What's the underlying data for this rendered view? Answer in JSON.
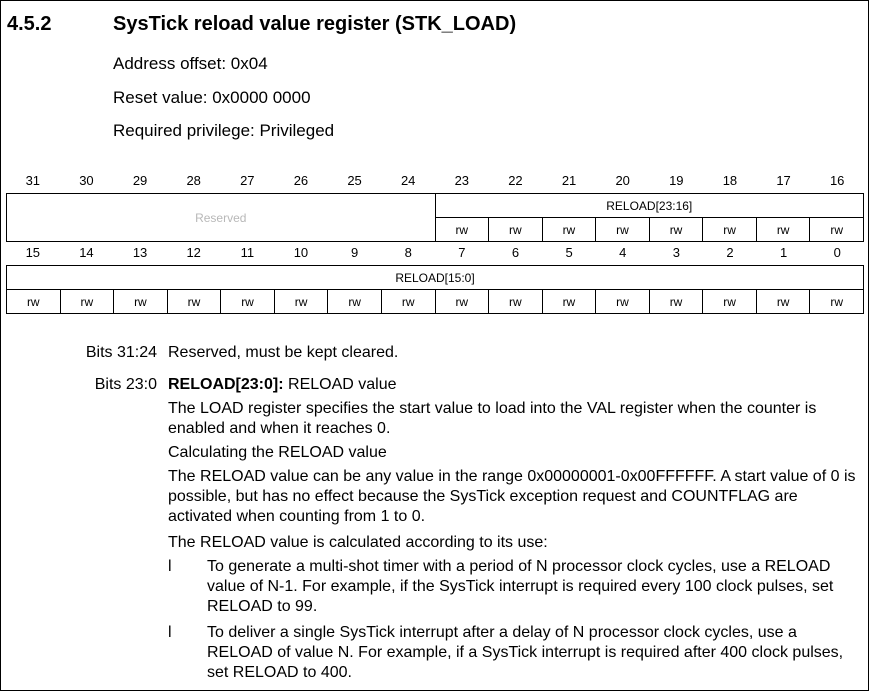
{
  "section": {
    "number": "4.5.2",
    "title": "SysTick reload value register (STK_LOAD)"
  },
  "meta": {
    "address_offset": "Address offset: 0x04",
    "reset_value": "Reset value: 0x0000 0000",
    "privilege": "Required privilege: Privileged"
  },
  "register": {
    "upper_bits": [
      "31",
      "30",
      "29",
      "28",
      "27",
      "26",
      "25",
      "24",
      "23",
      "22",
      "21",
      "20",
      "19",
      "18",
      "17",
      "16"
    ],
    "lower_bits": [
      "15",
      "14",
      "13",
      "12",
      "11",
      "10",
      "9",
      "8",
      "7",
      "6",
      "5",
      "4",
      "3",
      "2",
      "1",
      "0"
    ],
    "reserved_label": "Reserved",
    "reload_high_label": "RELOAD[23:16]",
    "reload_low_label": "RELOAD[15:0]",
    "access": "rw"
  },
  "fields": {
    "reserved_bits": "Bits 31:24",
    "reserved_desc": "Reserved, must be kept cleared.",
    "reload_bits": "Bits 23:0",
    "reload_name": "RELOAD[23:0]:",
    "reload_short": " RELOAD value",
    "p1": "The LOAD register specifies the start value to load into the VAL register when the counter is enabled and when it reaches 0.",
    "p2": "Calculating the RELOAD value",
    "p3": "The RELOAD value can be any value in the range 0x00000001-0x00FFFFFF. A start value of 0 is possible, but has no effect because the SysTick exception request and COUNTFLAG are activated when counting from 1 to 0.",
    "p4": "The RELOAD value is calculated according to its use:",
    "bullet_mark": "l",
    "b1": "To generate a multi-shot timer with a period of N processor clock cycles, use a RELOAD value of N-1. For example, if the SysTick interrupt is required every 100 clock pulses, set RELOAD to 99.",
    "b2": "To deliver a single SysTick interrupt after a delay of N processor clock cycles, use a RELOAD of value N. For example, if a SysTick interrupt is required after 400 clock pulses, set RELOAD to 400."
  }
}
